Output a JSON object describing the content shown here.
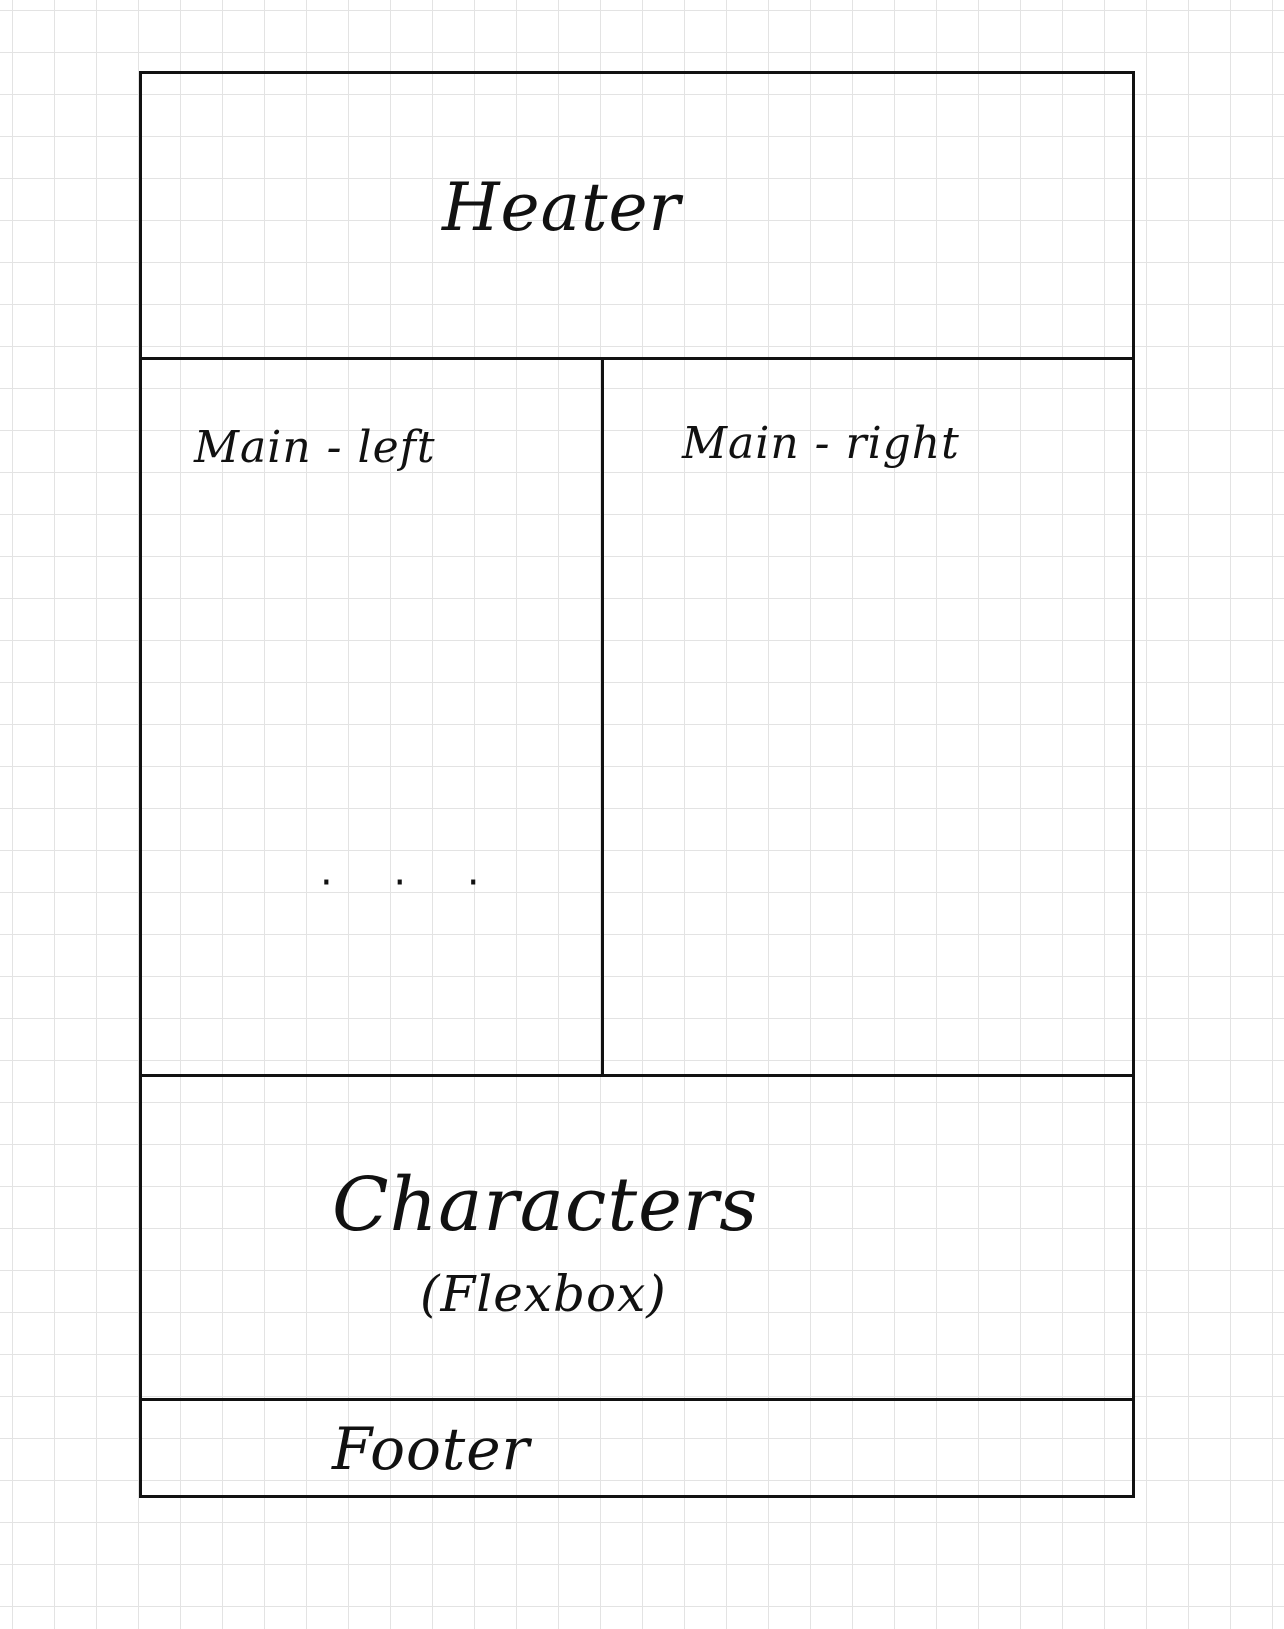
{
  "sections": {
    "header": "Heater",
    "main_left": "Main - left",
    "main_left_ellipsis": "· · ·",
    "main_right": "Main - right",
    "characters": "Characters",
    "characters_note": "(Flexbox)",
    "footer": "Footer"
  }
}
